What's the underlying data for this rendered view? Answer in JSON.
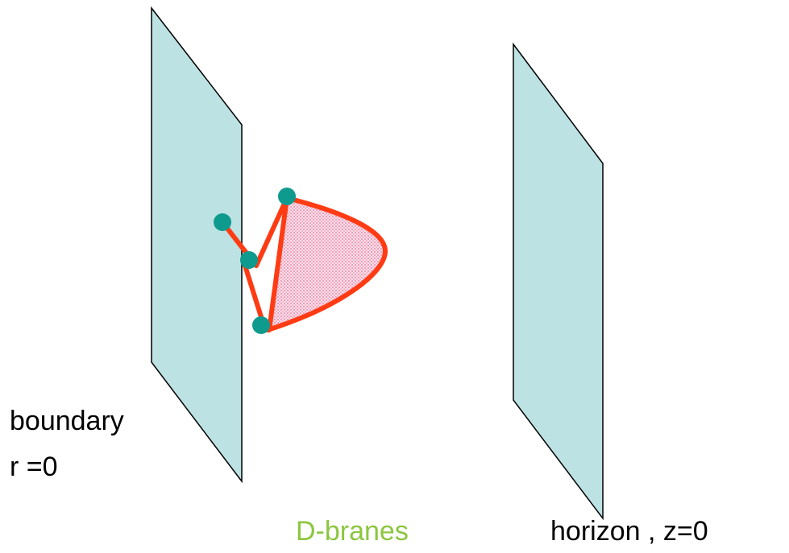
{
  "labels": {
    "boundary": "boundary",
    "boundary_coord": "r =0",
    "d_branes": "D-branes",
    "horizon": "horizon ,  z=0"
  },
  "colors": {
    "plane_fill": "#bde2e3",
    "plane_stroke": "#000000",
    "string_stroke": "#ff3b14",
    "surface_fill": "#f6bcd0",
    "endpoint_fill": "#0f9a8e",
    "d_branes_text": "#8dc63f",
    "text": "#000000"
  }
}
